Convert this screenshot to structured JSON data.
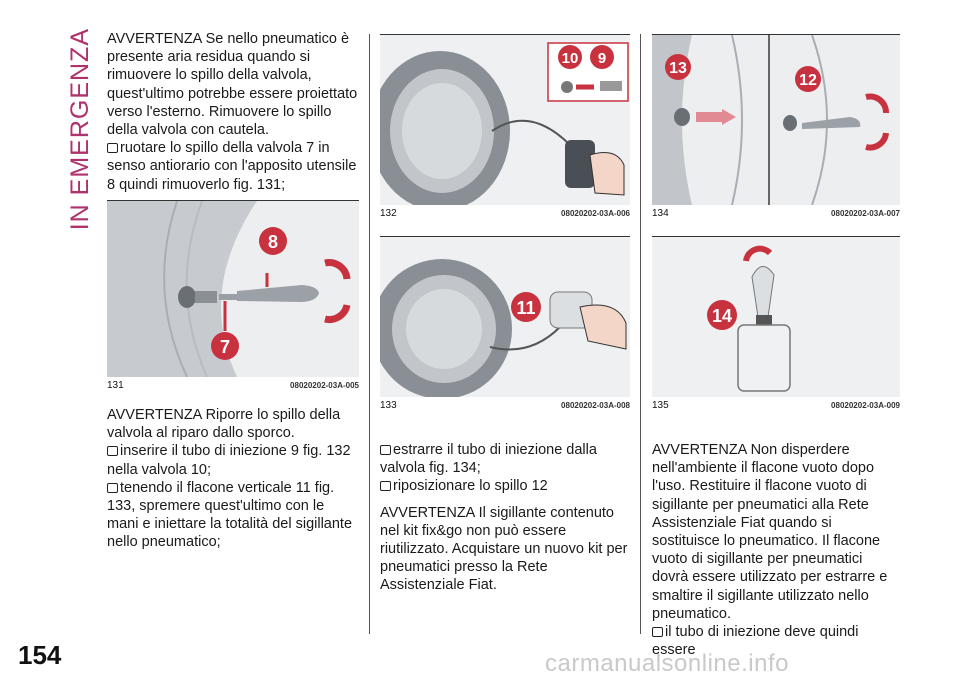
{
  "section_title": "IN EMERGENZA",
  "page_number": "154",
  "watermark": "carmanualsonline.info",
  "col1": {
    "p1": "AVVERTENZA Se nello pneumatico è presente aria residua quando si rimuovere lo spillo della valvola, quest'ultimo potrebbe essere proiettato verso l'esterno. Rimuovere lo spillo della valvola con cautela.",
    "b1": "ruotare lo spillo della valvola 7 in senso antiorario con l'apposito utensile 8 quindi rimuoverlo fig. 131;",
    "p2": "AVVERTENZA Riporre lo spillo della valvola al riparo dallo sporco.",
    "b2": "inserire il tubo di iniezione 9 fig. 132 nella valvola 10;",
    "b3": "tenendo il flacone verticale 11 fig. 133, spremere quest'ultimo con le mani e iniettare la totalità del sigillante nello pneumatico;"
  },
  "col2": {
    "b1": "estrarre il tubo di iniezione dalla valvola fig. 134;",
    "b2": "riposizionare lo spillo 12",
    "p1": "AVVERTENZA Il sigillante contenuto nel kit fix&go non può essere riutilizzato. Acquistare un nuovo kit per pneumatici presso la Rete Assistenziale Fiat."
  },
  "col3": {
    "p1": "AVVERTENZA Non disperdere nell'ambiente il flacone vuoto dopo l'uso. Restituire il flacone vuoto di sigillante per pneumatici alla Rete Assistenziale Fiat quando si sostituisce lo pneumatico. Il flacone vuoto di sigillante per pneumatici dovrà essere utilizzato per estrarre e smaltire il sigillante utilizzato nello pneumatico.",
    "b1": "il tubo di iniezione deve quindi essere"
  },
  "figures": {
    "f131": {
      "num": "131",
      "code": "08020202-03A-005",
      "labels": [
        "8",
        "7"
      ]
    },
    "f132": {
      "num": "132",
      "code": "08020202-03A-006",
      "labels": [
        "10",
        "9"
      ]
    },
    "f133": {
      "num": "133",
      "code": "08020202-03A-008",
      "labels": [
        "11"
      ]
    },
    "f134": {
      "num": "134",
      "code": "08020202-03A-007",
      "labels": [
        "13",
        "12"
      ]
    },
    "f135": {
      "num": "135",
      "code": "08020202-03A-009",
      "labels": [
        "14"
      ]
    }
  },
  "colors": {
    "accent": "#b0316b",
    "badge": "#c8323f"
  }
}
